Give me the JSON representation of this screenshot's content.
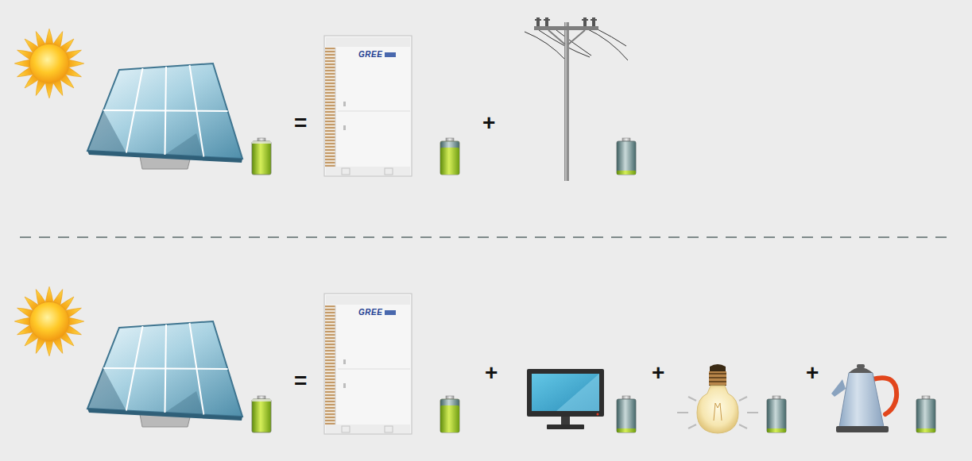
{
  "diagram": {
    "labels": [
      "=",
      "GREE",
      "+",
      "=",
      "GREE",
      "+",
      "+",
      "+"
    ]
  }
}
